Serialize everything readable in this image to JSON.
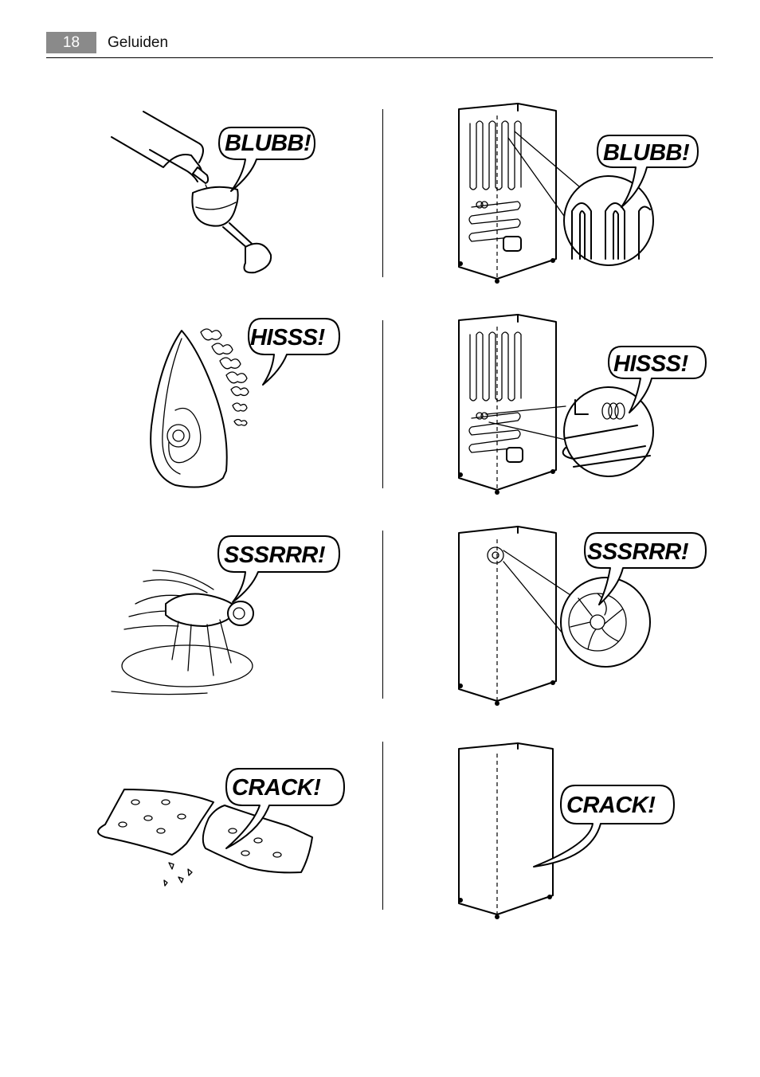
{
  "header": {
    "page_number": "18",
    "section_title": "Geluiden"
  },
  "rows": [
    {
      "sound": "BLUBB!",
      "left_object": "wine-bottle-pouring-into-glass",
      "right_object": "fridge-rear-cooling-coil-closeup"
    },
    {
      "sound": "HISSS!",
      "left_object": "steam-iron",
      "right_object": "fridge-rear-compressor-tube-closeup"
    },
    {
      "sound": "SSSRRR!",
      "left_object": "buzzing-fly",
      "right_object": "fridge-fan-closeup"
    },
    {
      "sound": "CRACK!",
      "left_object": "breaking-cracker",
      "right_object": "fridge-cabinet"
    }
  ]
}
